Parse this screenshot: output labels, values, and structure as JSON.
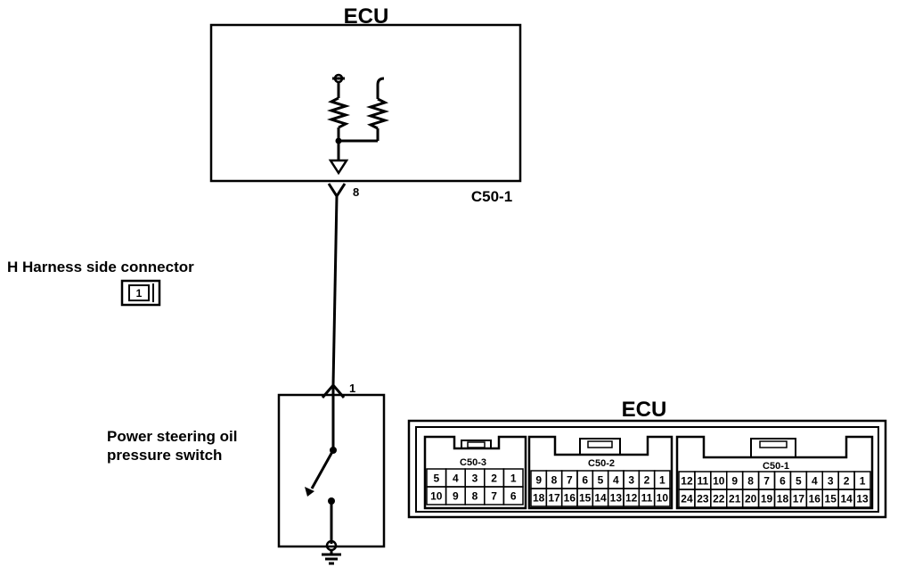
{
  "ecu_top": {
    "title": "ECU",
    "connector_id": "C50-1",
    "pin": "8"
  },
  "harness": {
    "label": "H Harness side connector",
    "pin": "1"
  },
  "switch": {
    "label_line1": "Power steering oil",
    "label_line2": "pressure switch",
    "pin": "1"
  },
  "ecu_connector": {
    "title": "ECU",
    "c50_3": {
      "name": "C50-3",
      "row1": [
        "5",
        "4",
        "3",
        "2",
        "1"
      ],
      "row2": [
        "10",
        "9",
        "8",
        "7",
        "6"
      ]
    },
    "c50_2": {
      "name": "C50-2",
      "row1": [
        "9",
        "8",
        "7",
        "6",
        "5",
        "4",
        "3",
        "2",
        "1"
      ],
      "row2": [
        "18",
        "17",
        "16",
        "15",
        "14",
        "13",
        "12",
        "11",
        "10"
      ]
    },
    "c50_1": {
      "name": "C50-1",
      "row1": [
        "12",
        "11",
        "10",
        "9",
        "8",
        "7",
        "6",
        "5",
        "4",
        "3",
        "2",
        "1"
      ],
      "row2": [
        "24",
        "23",
        "22",
        "21",
        "20",
        "19",
        "18",
        "17",
        "16",
        "15",
        "14",
        "13"
      ]
    }
  }
}
